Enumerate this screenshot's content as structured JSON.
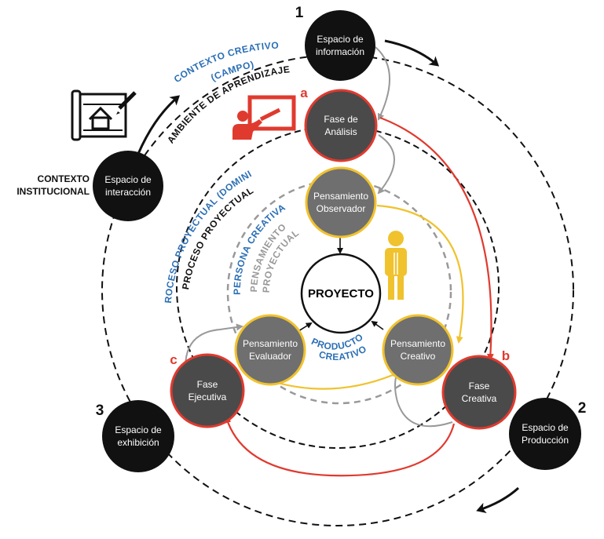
{
  "colors": {
    "black": "#111111",
    "red": "#e03a2f",
    "gray": "#999999",
    "yellow": "#f0c22e",
    "dark_gray": "#4a4a4a",
    "mid_gray": "#6f6f6f",
    "blue": "#2b6fb5"
  },
  "nodes": {
    "info": {
      "lines": [
        "Espacio de",
        "información"
      ]
    },
    "produccion": {
      "lines": [
        "Espacio de",
        "Producción"
      ]
    },
    "exhibicion": {
      "lines": [
        "Espacio de",
        "exhibición"
      ]
    },
    "interaccion": {
      "lines": [
        "Espacio de",
        "interacción"
      ]
    },
    "analisis": {
      "lines": [
        "Fase de",
        "Análisis"
      ]
    },
    "creativa": {
      "lines": [
        "Fase",
        "Creativa"
      ]
    },
    "ejecutiva": {
      "lines": [
        "Fase",
        "Ejecutiva"
      ]
    },
    "observador": {
      "lines": [
        "Pensamiento",
        "Observador"
      ]
    },
    "creativo": {
      "lines": [
        "Pensamiento",
        "Creativo"
      ]
    },
    "evaluador": {
      "lines": [
        "Pensamiento",
        "Evaluador"
      ]
    },
    "proyecto": {
      "label": "PROYECTO"
    }
  },
  "numbers": {
    "one": "1",
    "two": "2",
    "three": "3"
  },
  "letters": {
    "a": "a",
    "b": "b",
    "c": "c"
  },
  "context_institucional": {
    "lines": [
      "CONTEXTO",
      "INSTITUCIONAL"
    ]
  },
  "arc_labels": {
    "contexto_creativo": "CONTEXTO CREATIVO",
    "campo": "(CAMPO)",
    "ambiente": "AMBIENTE DE APRENDIZAJE",
    "proceso_dominio": "PROCESO PROYECTUAL (DOMINIO)",
    "proceso": "PROCESO PROYECTUAL",
    "persona": "PERSONA CREATIVA",
    "pensamiento": "PENSAMIENTO",
    "proyectual": "PROYECTUAL",
    "producto": "PRODUCTO",
    "creativo": "CREATIVO"
  },
  "icons": {
    "blueprint": "blueprint-house-icon",
    "presenter": "presenter-board-icon",
    "person": "person-icon"
  }
}
